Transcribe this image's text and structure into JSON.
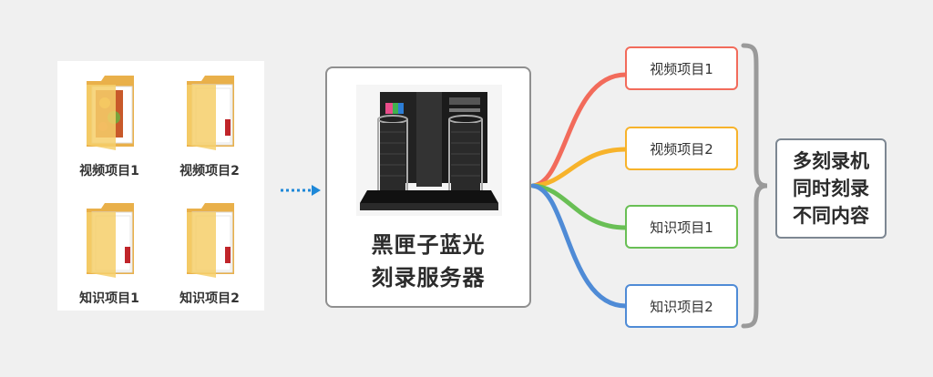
{
  "folders": [
    {
      "label": "视频项目1",
      "has_cover": true
    },
    {
      "label": "视频项目2",
      "has_cover": false
    },
    {
      "label": "知识项目1",
      "has_cover": false
    },
    {
      "label": "知识项目2",
      "has_cover": false
    }
  ],
  "center": {
    "line1": "黑匣子蓝光",
    "line2": "刻录服务器"
  },
  "branches": [
    {
      "label": "视频项目1",
      "color": "#f26b5b"
    },
    {
      "label": "视频项目2",
      "color": "#f7b32b"
    },
    {
      "label": "知识项目1",
      "color": "#69bf55"
    },
    {
      "label": "知识项目2",
      "color": "#4f8bd6"
    }
  ],
  "summary": {
    "line1": "多刻录机",
    "line2": "同时刻录",
    "line3": "不同内容"
  },
  "colors": {
    "background": "#f0f0f0",
    "arrow": "#1e88d8",
    "folder": "#f3c55a",
    "brace": "#9a9a9a"
  },
  "icons": [
    "folder-icon",
    "dotted-arrow-icon",
    "disc-publisher-image",
    "curly-brace-icon"
  ]
}
